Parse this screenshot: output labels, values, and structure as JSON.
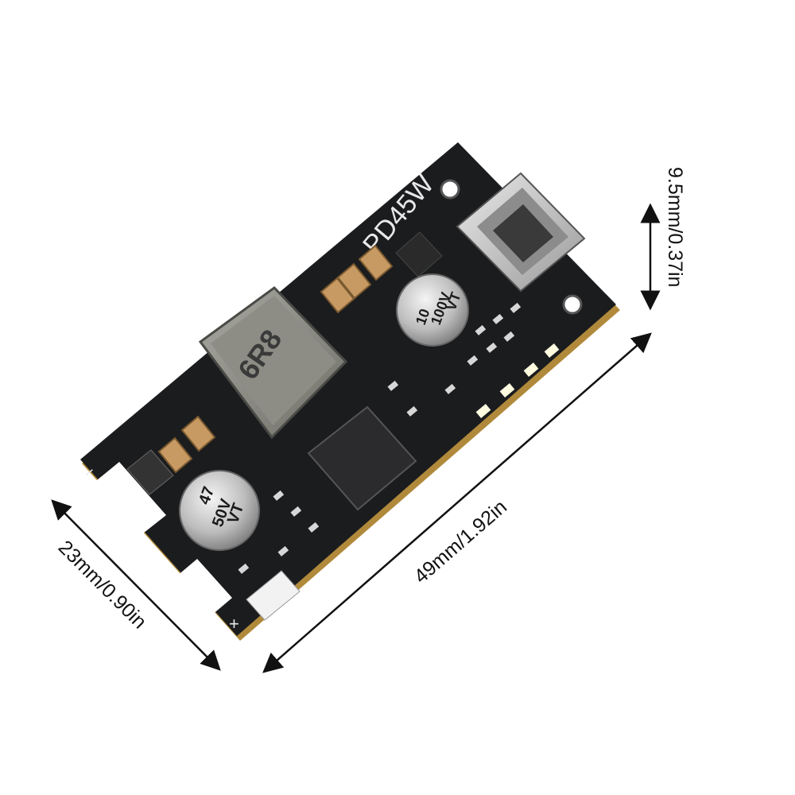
{
  "dimensions": {
    "height": "9.5mm/0.37in",
    "width": "23mm/0.90in",
    "length": "49mm/1.92in"
  },
  "board": {
    "model_label": "PD45W",
    "inductor_marking": "6R8",
    "cap_small_value": "10",
    "cap_small_voltage": "100V",
    "cap_small_series": "VT",
    "cap_large_value": "47",
    "cap_large_voltage": "50V",
    "cap_large_series": "VT",
    "terminal_plus": "+",
    "terminal_minus": "−"
  }
}
